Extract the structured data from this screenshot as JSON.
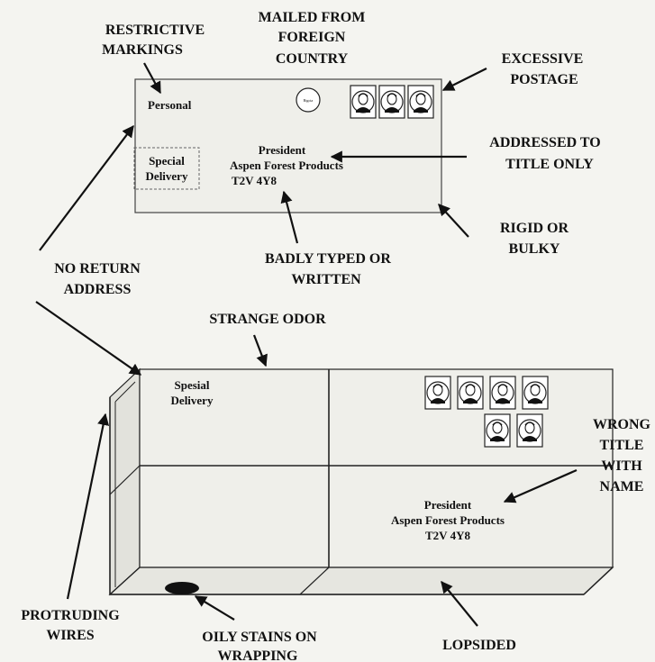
{
  "labels": {
    "restrictive": [
      "RESTRICTIVE",
      "MARKINGS"
    ],
    "foreign": [
      "MAILED FROM",
      "FOREIGN",
      "COUNTRY"
    ],
    "postage": [
      "EXCESSIVE",
      "POSTAGE"
    ],
    "title_only": [
      "ADDRESSED TO",
      "TITLE ONLY"
    ],
    "rigid": [
      "RIGID OR",
      "BULKY"
    ],
    "no_return": [
      "NO RETURN",
      "ADDRESS"
    ],
    "badly_typed": [
      "BADLY TYPED OR",
      "WRITTEN"
    ],
    "odor": "STRANGE ODOR",
    "wrong_title": [
      "WRONG",
      "TITLE",
      "WITH",
      "NAME"
    ],
    "protruding": [
      "PROTRUDING",
      "WIRES"
    ],
    "oily": [
      "OILY STAINS ON",
      "WRAPPING"
    ],
    "lopsided": "LOPSIDED"
  },
  "envelope": {
    "personal": "Personal",
    "special": [
      "Special",
      "Delivery"
    ],
    "address": [
      "President",
      "Aspen Forest Products",
      "T2V 4Y8"
    ],
    "postmark": "Bigota"
  },
  "package": {
    "special": [
      "Spesial",
      "Delivery"
    ],
    "address": [
      "President",
      "Aspen Forest Products",
      "T2V 4Y8"
    ]
  },
  "colors": {
    "ink": "#111111",
    "paper": "#f4f4f0",
    "envelope": "#efefea"
  }
}
